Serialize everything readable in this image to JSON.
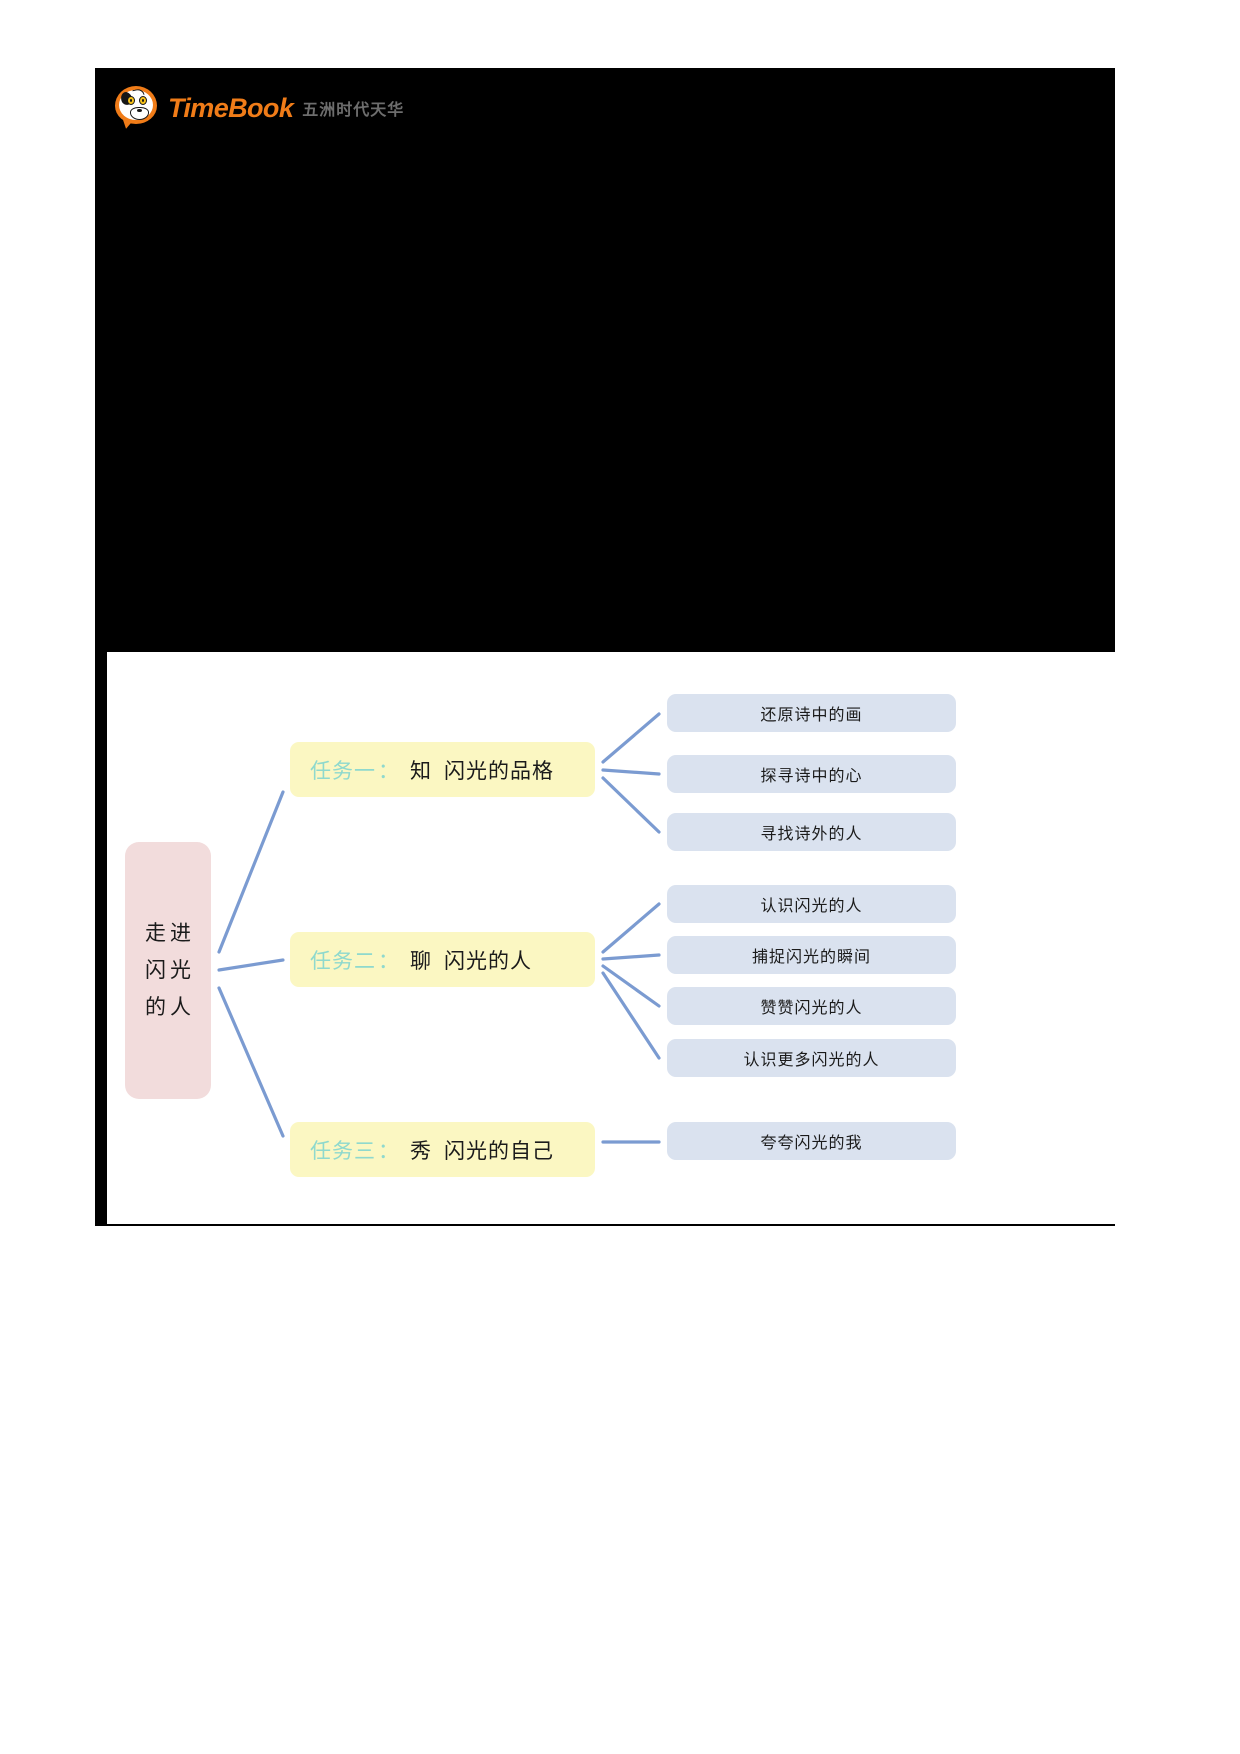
{
  "brand": {
    "logo_icon": "speech-bubble-dog-logo-icon",
    "wordmark": "TimeBook",
    "subtitle": "五洲时代天华"
  },
  "media": {
    "state": "blank-black-video-area"
  },
  "colors": {
    "brand_orange": "#f07c18",
    "brand_gray": "#6d6d6d",
    "root_node_fill": "#f2dcdc",
    "task_node_fill": "#fbf7c2",
    "task_prefix_text": "#8fd9cd",
    "leaf_node_fill": "#dae2ef",
    "connector_line": "#7b9bd1",
    "body_text": "#1b1b1b",
    "panel_black": "#000000",
    "page_background": "#ffffff"
  },
  "mindmap": {
    "root": {
      "id": "root",
      "lines": [
        "走进",
        "闪光",
        "的人"
      ],
      "full_text": "走进闪光的人"
    },
    "tasks": [
      {
        "id": "task-1",
        "prefix": "任务一",
        "colon": "：",
        "verb": "知",
        "rest": "闪光的品格",
        "full_text": "任务一：知 闪光的品格",
        "leaves": [
          {
            "id": "leaf-1-1",
            "label": "还原诗中的画"
          },
          {
            "id": "leaf-1-2",
            "label": "探寻诗中的心"
          },
          {
            "id": "leaf-1-3",
            "label": "寻找诗外的人"
          }
        ]
      },
      {
        "id": "task-2",
        "prefix": "任务二",
        "colon": "：",
        "verb": "聊",
        "rest": "闪光的人",
        "full_text": "任务二：聊 闪光的人",
        "leaves": [
          {
            "id": "leaf-2-1",
            "label": "认识闪光的人"
          },
          {
            "id": "leaf-2-2",
            "label": "捕捉闪光的瞬间"
          },
          {
            "id": "leaf-2-3",
            "label": "赞赞闪光的人"
          },
          {
            "id": "leaf-2-4",
            "label": "认识更多闪光的人"
          }
        ]
      },
      {
        "id": "task-3",
        "prefix": "任务三",
        "colon": "：",
        "verb": "秀",
        "rest": "闪光的自己",
        "full_text": "任务三：秀 闪光的自己",
        "leaves": [
          {
            "id": "leaf-3-1",
            "label": "夸夸闪光的我"
          }
        ]
      }
    ]
  }
}
